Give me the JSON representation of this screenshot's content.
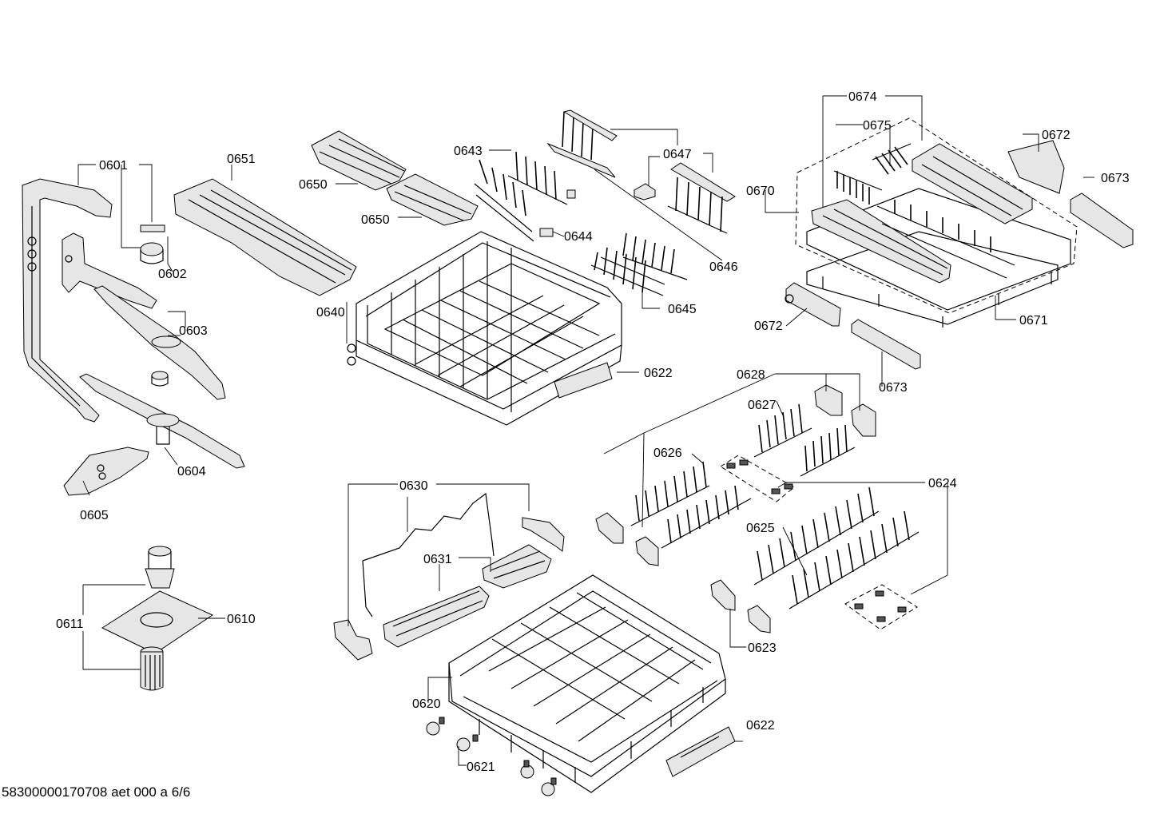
{
  "drawing_code": "58300000170708 aet 000 a 6/6",
  "labels": [
    {
      "key": "l0601",
      "text": "0601"
    },
    {
      "key": "l0602",
      "text": "0602"
    },
    {
      "key": "l0603",
      "text": "0603"
    },
    {
      "key": "l0604",
      "text": "0604"
    },
    {
      "key": "l0605",
      "text": "0605"
    },
    {
      "key": "l0610",
      "text": "0610"
    },
    {
      "key": "l0611",
      "text": "0611"
    },
    {
      "key": "l0651",
      "text": "0651"
    },
    {
      "key": "l0650a",
      "text": "0650"
    },
    {
      "key": "l0650b",
      "text": "0650"
    },
    {
      "key": "l0643",
      "text": "0643"
    },
    {
      "key": "l0644",
      "text": "0644"
    },
    {
      "key": "l0647",
      "text": "0647"
    },
    {
      "key": "l0646",
      "text": "0646"
    },
    {
      "key": "l0645",
      "text": "0645"
    },
    {
      "key": "l0640",
      "text": "0640"
    },
    {
      "key": "l0622a",
      "text": "0622"
    },
    {
      "key": "l0674",
      "text": "0674"
    },
    {
      "key": "l0675",
      "text": "0675"
    },
    {
      "key": "l0672a",
      "text": "0672"
    },
    {
      "key": "l0673a",
      "text": "0673"
    },
    {
      "key": "l0670",
      "text": "0670"
    },
    {
      "key": "l0672b",
      "text": "0672"
    },
    {
      "key": "l0671",
      "text": "0671"
    },
    {
      "key": "l0673b",
      "text": "0673"
    },
    {
      "key": "l0628",
      "text": "0628"
    },
    {
      "key": "l0627",
      "text": "0627"
    },
    {
      "key": "l0626",
      "text": "0626"
    },
    {
      "key": "l0624",
      "text": "0624"
    },
    {
      "key": "l0625",
      "text": "0625"
    },
    {
      "key": "l0623",
      "text": "0623"
    },
    {
      "key": "l0630",
      "text": "0630"
    },
    {
      "key": "l0631",
      "text": "0631"
    },
    {
      "key": "l0620",
      "text": "0620"
    },
    {
      "key": "l0621",
      "text": "0621"
    },
    {
      "key": "l0622b",
      "text": "0622"
    }
  ]
}
